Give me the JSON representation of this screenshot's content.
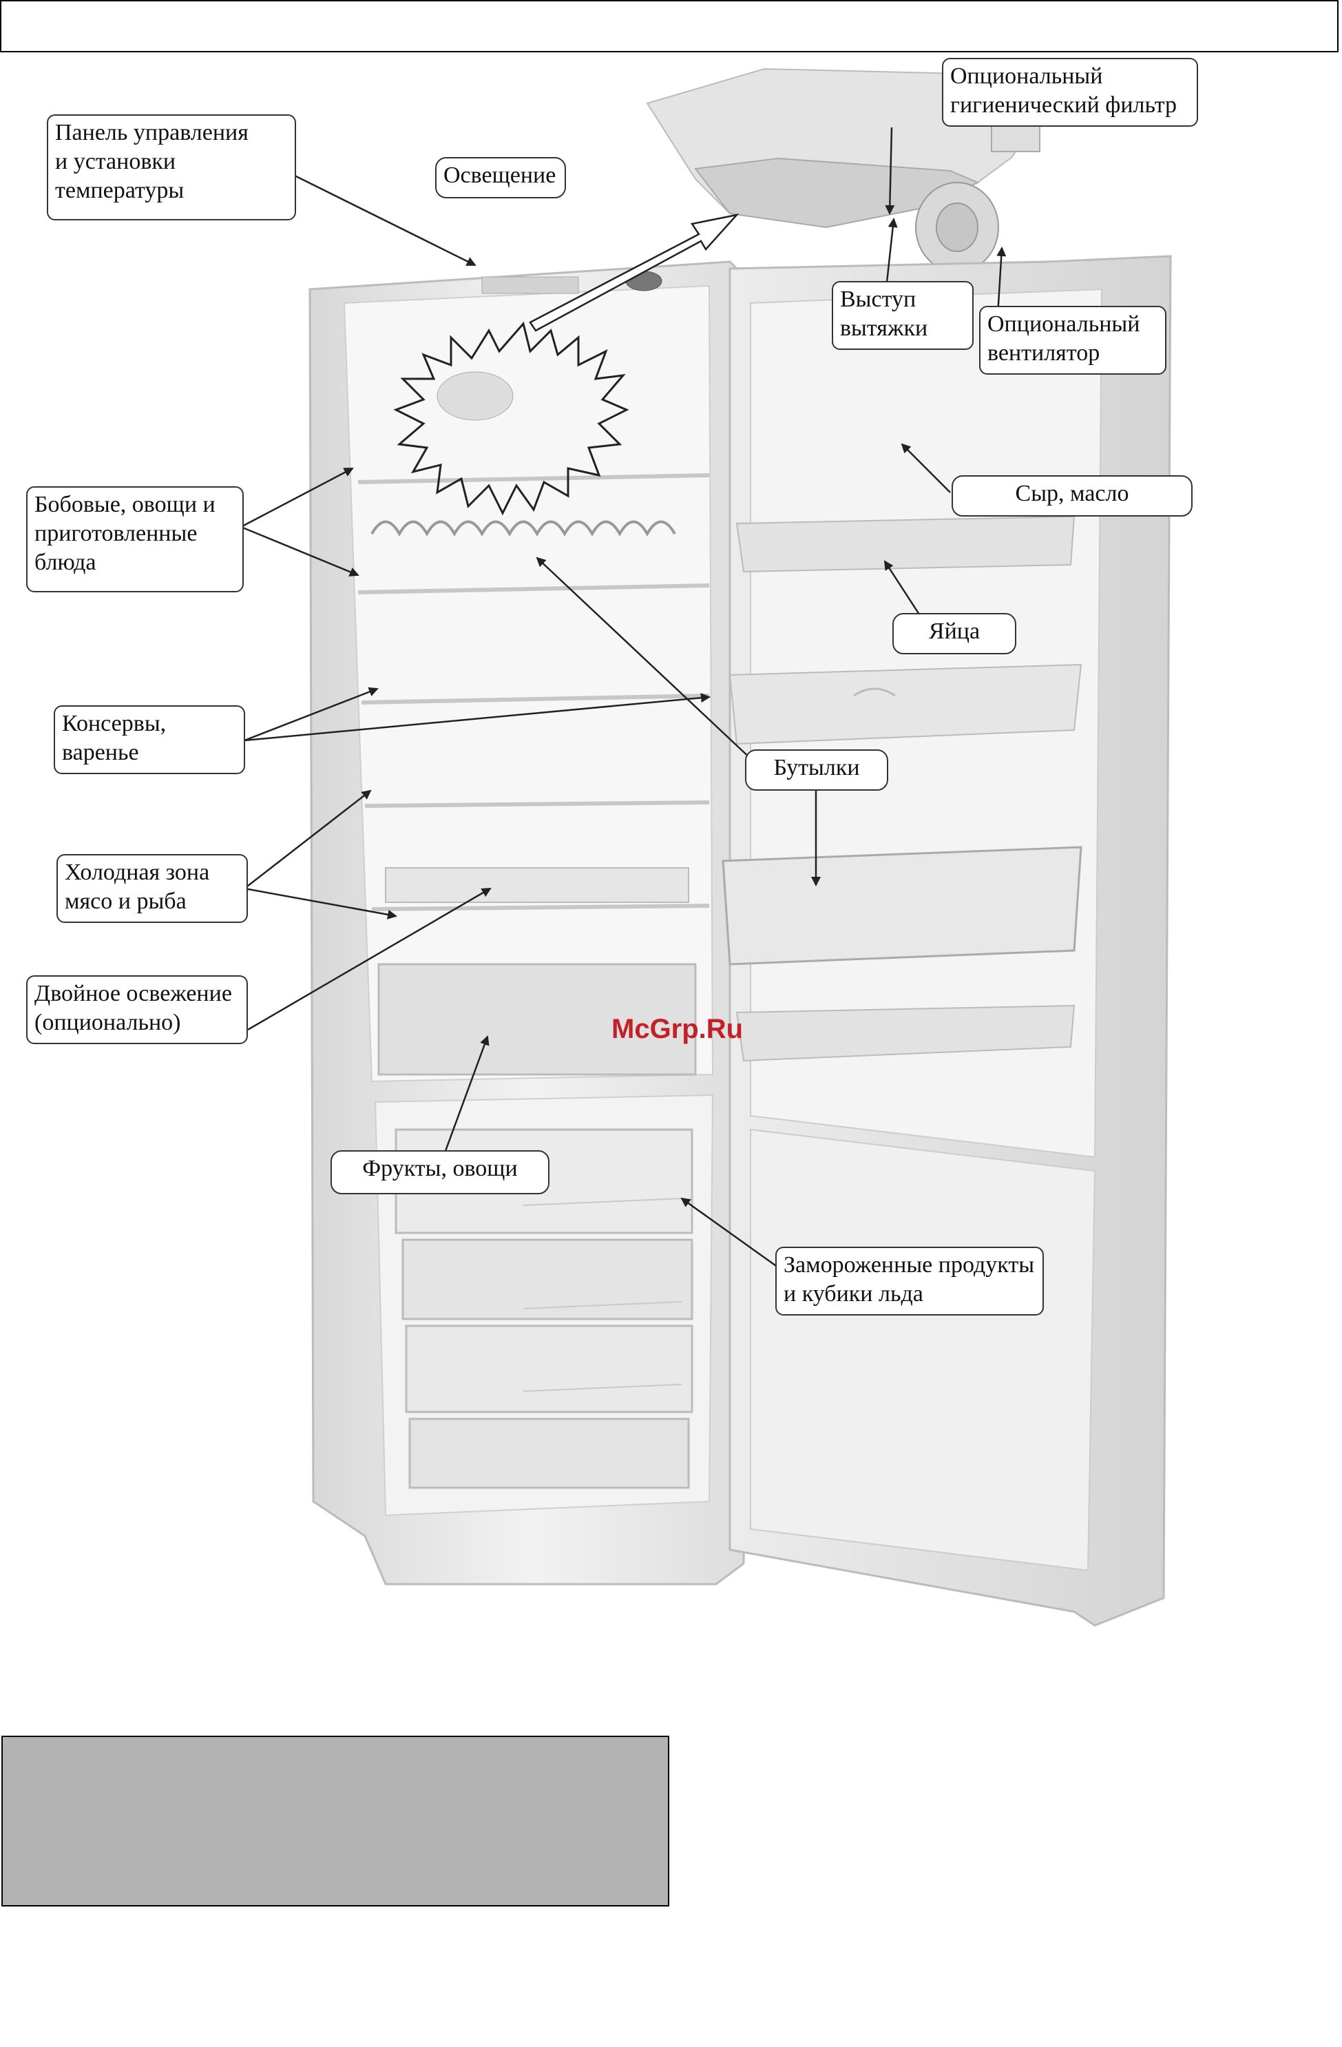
{
  "watermark": "McGrp.Ru",
  "labels": {
    "control_panel": [
      "Панель управления",
      "и установки",
      "температуры"
    ],
    "lighting": [
      "Освещение"
    ],
    "hygienic_filter": [
      "Опциональный",
      "гигиенический фильтр"
    ],
    "exhaust_outlet": [
      "Выступ",
      "вытяжки"
    ],
    "fan": [
      "Опциональный",
      "вентилятор"
    ],
    "cheese_butter": [
      "Сыр, масло"
    ],
    "legumes": [
      "Бобовые, овощи и",
      "приготовленные",
      "блюда"
    ],
    "eggs": [
      "Яйца"
    ],
    "canned": [
      "Консервы,",
      "варенье"
    ],
    "bottles": [
      "Бутылки"
    ],
    "cold_zone": [
      "Холодная зона",
      "мясо и рыба"
    ],
    "double_fresh": [
      "Двойное освежение",
      "(опционально)"
    ],
    "fruits": [
      "Фрукты, овощи"
    ],
    "frozen": [
      "Замороженные продукты",
      "и кубики льда"
    ]
  },
  "colors": {
    "outline": "#333333",
    "fridge_body": "#e9e9e9",
    "fridge_shadow": "#cfcfcf",
    "gray_box": "#b3b3b3",
    "watermark": "#c4202a"
  }
}
